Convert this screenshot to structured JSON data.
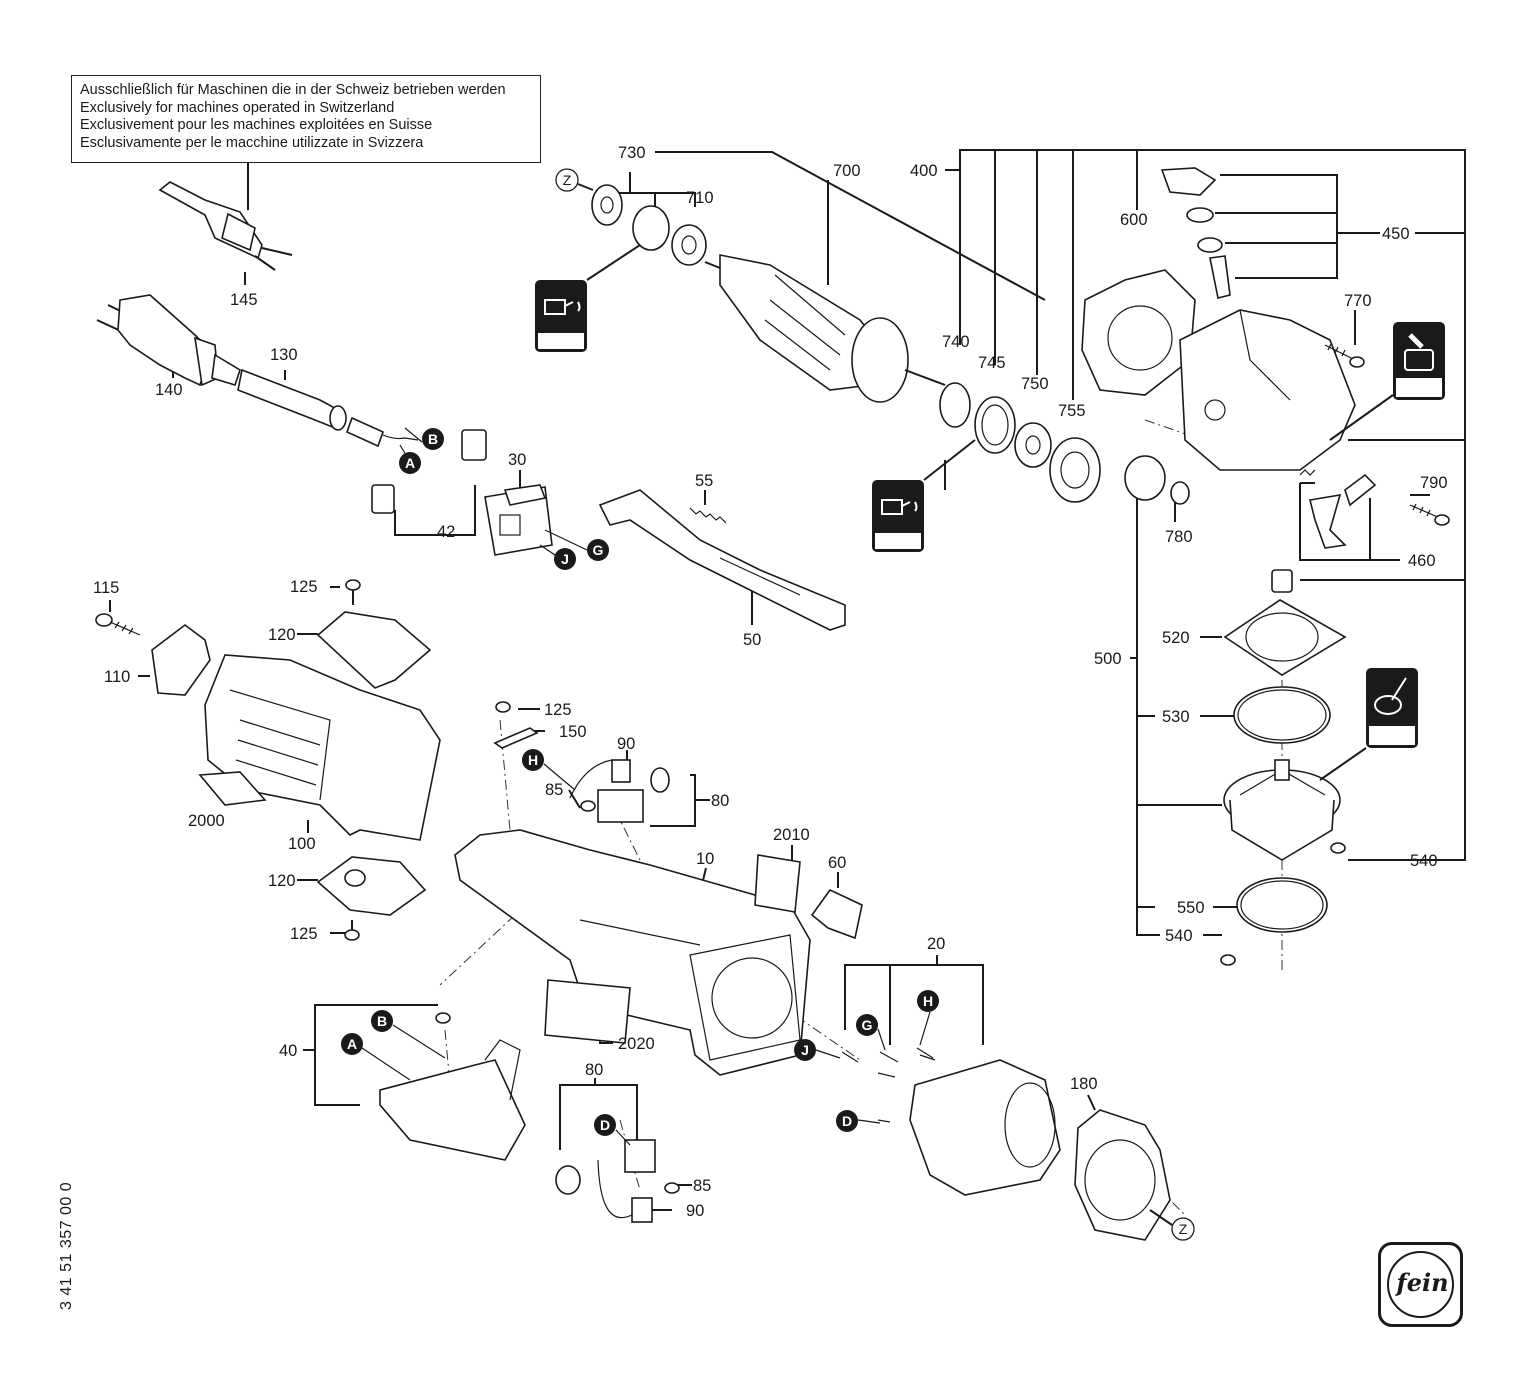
{
  "notice": {
    "line_de": "Ausschließlich für Maschinen die in der Schweiz betrieben werden",
    "line_en": "Exclusively for machines operated in Switzerland",
    "line_fr": "Exclusivement pour les machines exploitées en Suisse",
    "line_it": "Esclusivamente per le macchine utilizzate in Svizzera"
  },
  "document_number": "3 41 51 357 00 0",
  "logo_text": "fein",
  "part_labels": {
    "p145": "145",
    "p140": "140",
    "p130": "130",
    "p42": "42",
    "p30": "30",
    "p55": "55",
    "p50": "50",
    "p115": "115",
    "p110": "110",
    "p125a": "125",
    "p120a": "120",
    "p2000": "2000",
    "p100": "100",
    "p120b": "120",
    "p125b": "125",
    "p125c": "125",
    "p150": "150",
    "p90a": "90",
    "p85a": "85",
    "p80a": "80",
    "p2010": "2010",
    "p10": "10",
    "p60": "60",
    "p40": "40",
    "p2020": "2020",
    "p80b": "80",
    "p85b": "85",
    "p90b": "90",
    "p730": "730",
    "p710": "710",
    "p700": "700",
    "p400": "400",
    "p600": "600",
    "p450": "450",
    "p770": "770",
    "p740": "740",
    "p745": "745",
    "p750": "750",
    "p755": "755",
    "p780": "780",
    "p790": "790",
    "p460": "460",
    "p500": "500",
    "p520": "520",
    "p530": "530",
    "p540a": "540",
    "p550": "550",
    "p540b": "540",
    "p20": "20",
    "p180": "180"
  },
  "connector_markers": {
    "A": "A",
    "B": "B",
    "D": "D",
    "G": "G",
    "H": "H",
    "J": "J",
    "Z": "Z"
  }
}
